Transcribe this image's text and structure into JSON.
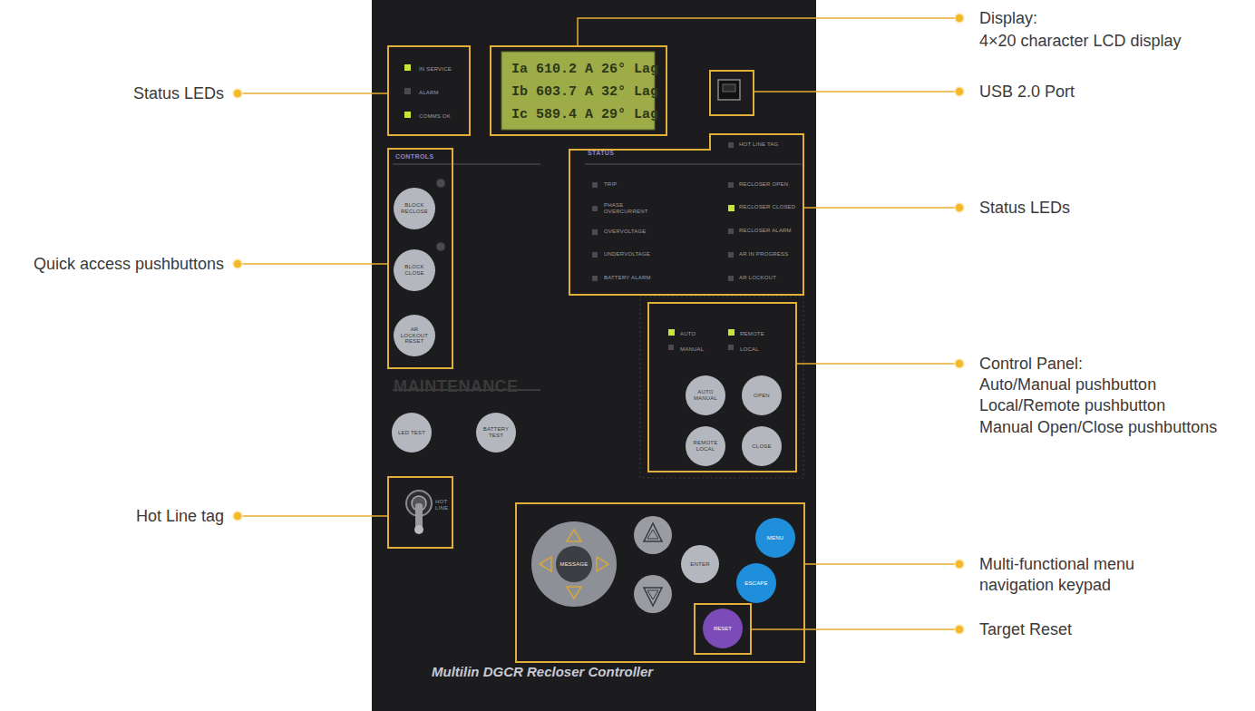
{
  "diagram": {
    "nodes": [
      {
        "text": [
          "Multilin DGCR Recloser Controller"
        ]
      },
      {
        "text": [
          "IN SERVICE",
          "ALARM",
          "COMMS OK"
        ],
        "in": 0
      },
      {
        "text": [
          "Ia 610.2 A 26° Lag",
          "Ib 603.7 A 32° Lag",
          "Ic 589.4 A 29° Lag"
        ],
        "in": 0
      },
      {
        "text": [
          "STATUS",
          "TRIP",
          "PHASE OVERCURRENT",
          "OVERVOLTAGE",
          "UNDERVOLTAGE",
          "BATTERY ALARM",
          "HOT LINE TAG",
          "RECLOSER OPEN",
          "RECLOSER CLOSED",
          "RECLOSER ALARM",
          "AR IN PROGRESS",
          "AR LOCKOUT"
        ],
        "in": 0
      },
      {
        "text": [
          "CONTROLS"
        ],
        "in": 0
      },
      {
        "text": [
          "BLOCK RECLOSE"
        ],
        "in": 4
      },
      {
        "text": [
          "BLOCK CLOSE"
        ],
        "in": 4
      },
      {
        "text": [
          "AR LOCKOUT RESET"
        ],
        "in": 4
      },
      {
        "text": [
          "LED TEST"
        ],
        "in": 0
      },
      {
        "text": [
          "BATTERY TEST"
        ],
        "in": 0
      },
      {
        "text": [
          "HOT LINE"
        ],
        "in": 0
      },
      {
        "text": [
          "AUTO",
          "REMOTE",
          "MANUAL",
          "LOCAL"
        ],
        "in": 0
      },
      {
        "text": [
          "AUTO MANUAL"
        ],
        "in": 11
      },
      {
        "text": [
          "OPEN"
        ],
        "in": 11
      },
      {
        "text": [
          "REMOTE LOCAL"
        ],
        "in": 11
      },
      {
        "text": [
          "CLOSE"
        ],
        "in": 11
      },
      {
        "text": [
          "RESET"
        ],
        "in": 0
      },
      {
        "text": [
          "MESSAGE"
        ],
        "in": 0
      },
      {
        "text": [
          "ENTER"
        ],
        "in": 0
      },
      {
        "text": [
          "MENU"
        ],
        "in": 0
      },
      {
        "text": [
          "ESCAPE"
        ],
        "in": 0
      }
    ],
    "labels": [
      "Status LEDs",
      "Quick access pushbuttons",
      "Hot Line tag",
      "Display:",
      "4×20 character LCD display",
      "USB 2.0 Port",
      "Status LEDs",
      "Control Panel:",
      "Auto/Manual pushbutton",
      "Local/Remote pushbutton",
      "Manual Open/Close pushbuttons",
      "Multi-functional menu navigation keypad",
      "Target Reset",
      "MAINTENANCE"
    ]
  }
}
